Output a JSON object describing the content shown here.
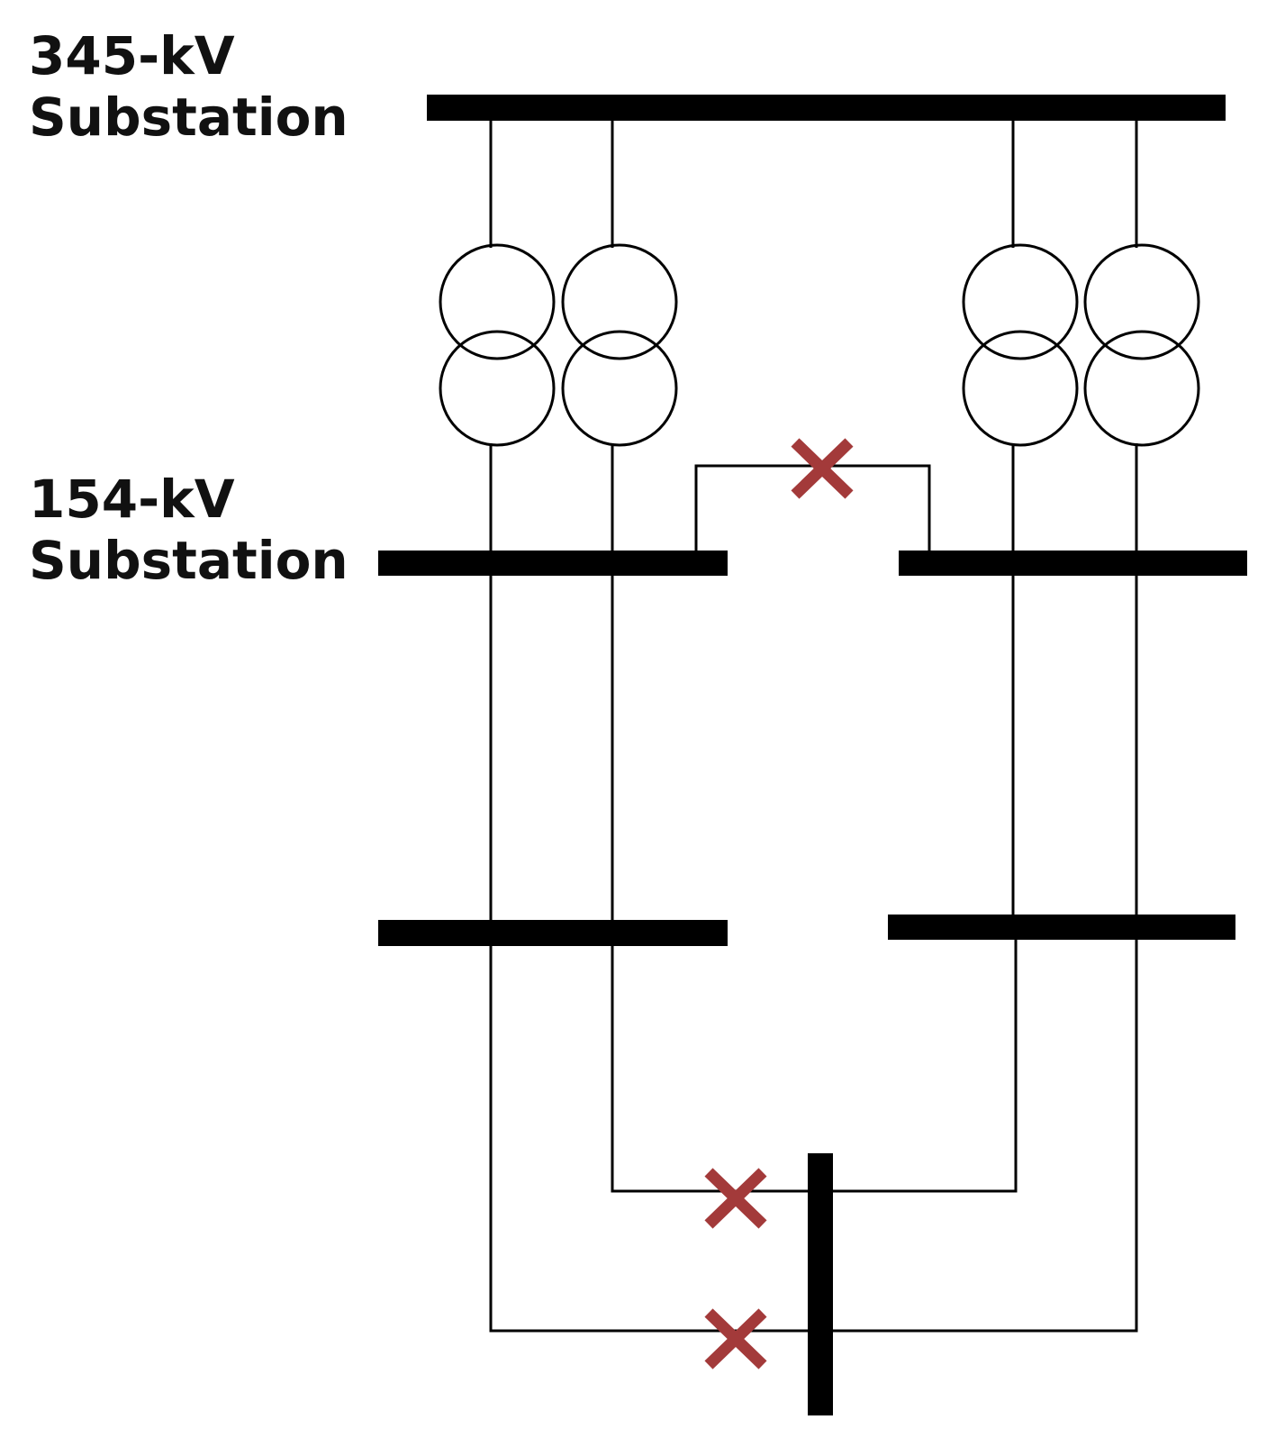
{
  "labels": {
    "hv_line1": "345-kV",
    "hv_line2": "Substation",
    "mv_line1": "154-kV",
    "mv_line2": "Substation"
  },
  "colors": {
    "line": "#000000",
    "breaker_open": "#a33a3a"
  },
  "diagram": {
    "bus_count": 6,
    "transformer_count": 4,
    "open_breakers": 3
  }
}
